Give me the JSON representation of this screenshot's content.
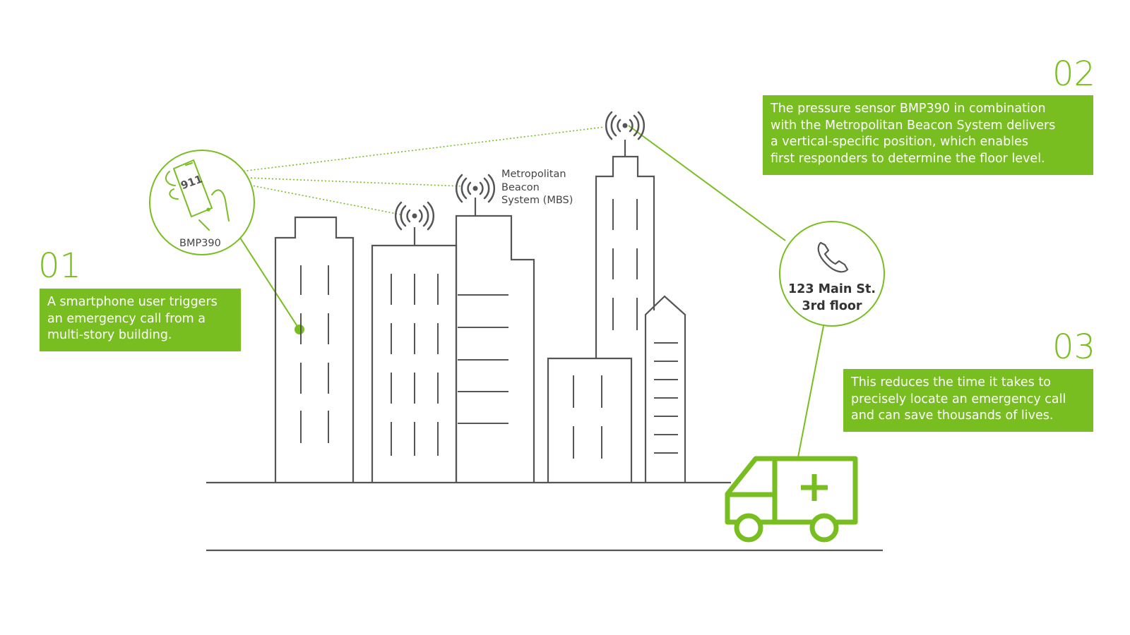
{
  "steps": [
    {
      "number": "01",
      "lines": [
        "A smartphone user triggers",
        "an emergency call from a",
        "multi-story building."
      ]
    },
    {
      "number": "02",
      "lines": [
        "The pressure sensor BMP390 in combination",
        "with the Metropolitan Beacon System delivers",
        "a vertical-specific position, which enables",
        "first responders to determine the floor level."
      ]
    },
    {
      "number": "03",
      "lines": [
        "This reduces the time it takes to",
        "precisely locate an emergency call",
        "and can save thousands of lives."
      ]
    }
  ],
  "phone": {
    "screen_text": "911",
    "sensor_label": "BMP390"
  },
  "beacon_label": [
    "Metropolitan",
    "Beacon",
    "System (MBS)"
  ],
  "location": {
    "line1": "123 Main St.",
    "line2": "3rd floor"
  },
  "colors": {
    "accent": "#78be20",
    "line": "#555555",
    "text": "#333333"
  },
  "icons": [
    "smartphone-icon",
    "antenna-icon",
    "phone-handset-icon",
    "ambulance-icon",
    "plus-cross-icon"
  ]
}
